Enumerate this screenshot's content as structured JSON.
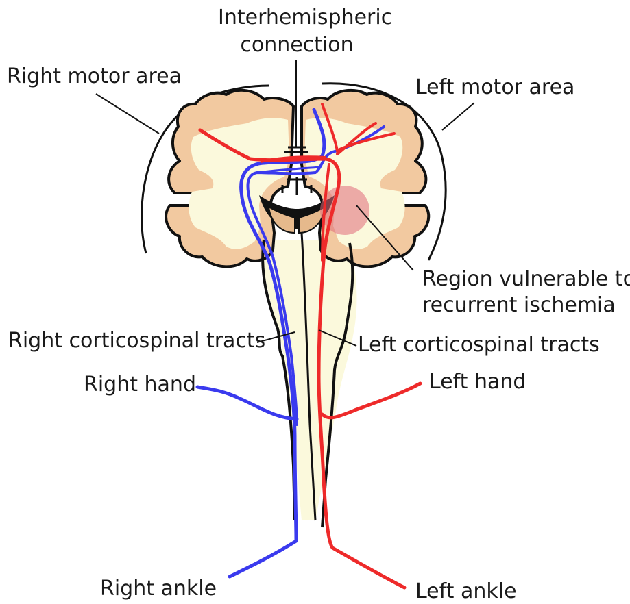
{
  "labels": {
    "interhemispheric_line1": "Interhemispheric",
    "interhemispheric_line2": "connection",
    "right_motor_area": "Right motor area",
    "left_motor_area": "Left motor area",
    "region_line1": "Region vulnerable to",
    "region_line2": "recurrent ischemia",
    "right_corticospinal": "Right corticospinal tracts",
    "left_corticospinal": "Left corticospinal tracts",
    "right_hand": "Right hand",
    "left_hand": "Left hand",
    "right_ankle": "Right ankle",
    "left_ankle": "Left ankle"
  },
  "colors": {
    "cortex_gray_matter": "#f2c9a0",
    "white_matter": "#fbf9dc",
    "outline": "#111111",
    "right_tract": "#3a3aee",
    "left_tract": "#ee2a2a",
    "ischemia_region": "#e06a7a"
  }
}
